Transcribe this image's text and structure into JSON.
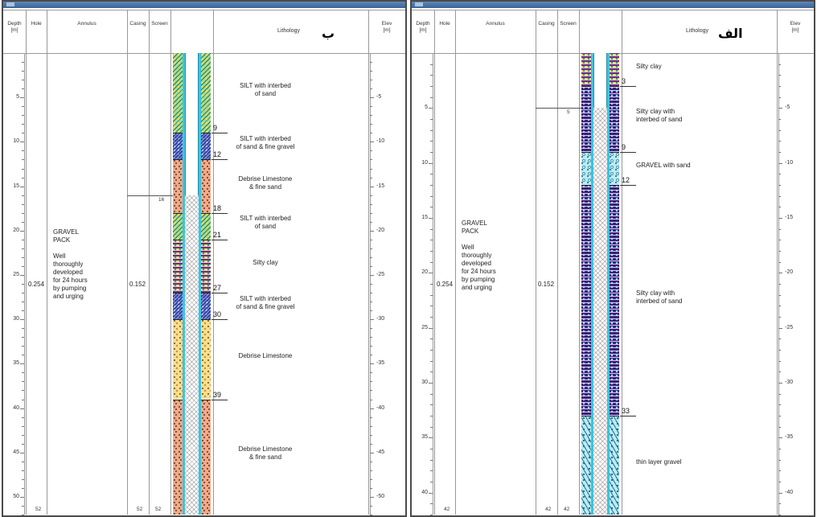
{
  "headers": {
    "depth": "Depth\n[m]",
    "hole": "Hole",
    "annulus": "Annulus",
    "casing": "Casing",
    "screen": "Screen",
    "lithology": "Lithology",
    "elev": "Elev\n[m]"
  },
  "panels": [
    {
      "letter": "ب",
      "max_depth": 52,
      "depth_ticks": [
        "5",
        "10",
        "15",
        "20",
        "25",
        "30",
        "35",
        "40",
        "45",
        "50"
      ],
      "elev_ticks": [
        "-5",
        "-10",
        "-15",
        "-20",
        "-25",
        "-30",
        "-35",
        "-40",
        "-45",
        "-50"
      ],
      "hole_diameter": "0.254",
      "hole_bottom": "52",
      "casing_diameter": "0.152",
      "casing_bottom": "52",
      "screen_bottom": "52",
      "screen_top": "16",
      "annulus_lines": [
        "GRAVEL",
        "PACK",
        "",
        "Well",
        "thoroughly",
        "developed",
        "for 24 hours",
        "by pumping",
        "and urging"
      ],
      "contacts": [
        "9",
        "12",
        "18",
        "21",
        "27",
        "30",
        "39"
      ],
      "layers": [
        {
          "from": 0,
          "to": 9,
          "pattern": "silt",
          "label_lines": [
            "SILT with interbed",
            "of sand"
          ]
        },
        {
          "from": 9,
          "to": 12,
          "pattern": "siltsandgravel",
          "label_lines": [
            "SILT with interbed",
            "of sand & fine gravel"
          ]
        },
        {
          "from": 12,
          "to": 18,
          "pattern": "debrisesand",
          "label_lines": [
            "Debrise Limestone",
            "& fine sand"
          ]
        },
        {
          "from": 18,
          "to": 21,
          "pattern": "silt",
          "label_lines": [
            "SILT with interbed",
            "of sand"
          ]
        },
        {
          "from": 21,
          "to": 27,
          "pattern": "siltyclay",
          "label_lines": [
            "Silty clay"
          ]
        },
        {
          "from": 27,
          "to": 30,
          "pattern": "siltsandgravel",
          "label_lines": [
            "SILT with interbed",
            "of sand & fine gravel"
          ]
        },
        {
          "from": 30,
          "to": 39,
          "pattern": "debrise",
          "label_lines": [
            "Debrise Limestone"
          ]
        },
        {
          "from": 39,
          "to": 52,
          "pattern": "debrisesand",
          "label_lines": [
            "Debrise Limestone",
            "& fine sand"
          ]
        }
      ]
    },
    {
      "letter": "الف",
      "max_depth": 42,
      "depth_ticks": [
        "5",
        "10",
        "15",
        "20",
        "25",
        "30",
        "35",
        "40"
      ],
      "elev_ticks": [
        "-5",
        "-10",
        "-15",
        "-20",
        "-25",
        "-30",
        "-35",
        "-40"
      ],
      "hole_diameter": "0.254",
      "hole_bottom": "42",
      "casing_diameter": "0.152",
      "casing_bottom": "42",
      "screen_bottom": "42",
      "screen_top": "5",
      "annulus_lines": [
        "GRAVEL",
        "PACK",
        "",
        "Well",
        "thoroughly",
        "developed",
        "for 24 hours",
        "by pumping",
        "and urging"
      ],
      "contacts": [
        "3",
        "9",
        "12",
        "33"
      ],
      "layers": [
        {
          "from": 0,
          "to": 3,
          "pattern": "siltyclay",
          "label_lines": [
            "Silty clay"
          ]
        },
        {
          "from": 3,
          "to": 9,
          "pattern": "siltyclaysand",
          "label_lines": [
            "Silty clay with",
            "interbed of sand"
          ]
        },
        {
          "from": 9,
          "to": 12,
          "pattern": "gravelsand",
          "label_lines": [
            "GRAVEL with sand"
          ]
        },
        {
          "from": 12,
          "to": 33,
          "pattern": "siltyclaysand",
          "label_lines": [
            "Silty clay with",
            "interbed of sand"
          ]
        },
        {
          "from": 33,
          "to": 42,
          "pattern": "thingravel",
          "label_lines": [
            "thin layer gravel"
          ]
        }
      ]
    }
  ]
}
